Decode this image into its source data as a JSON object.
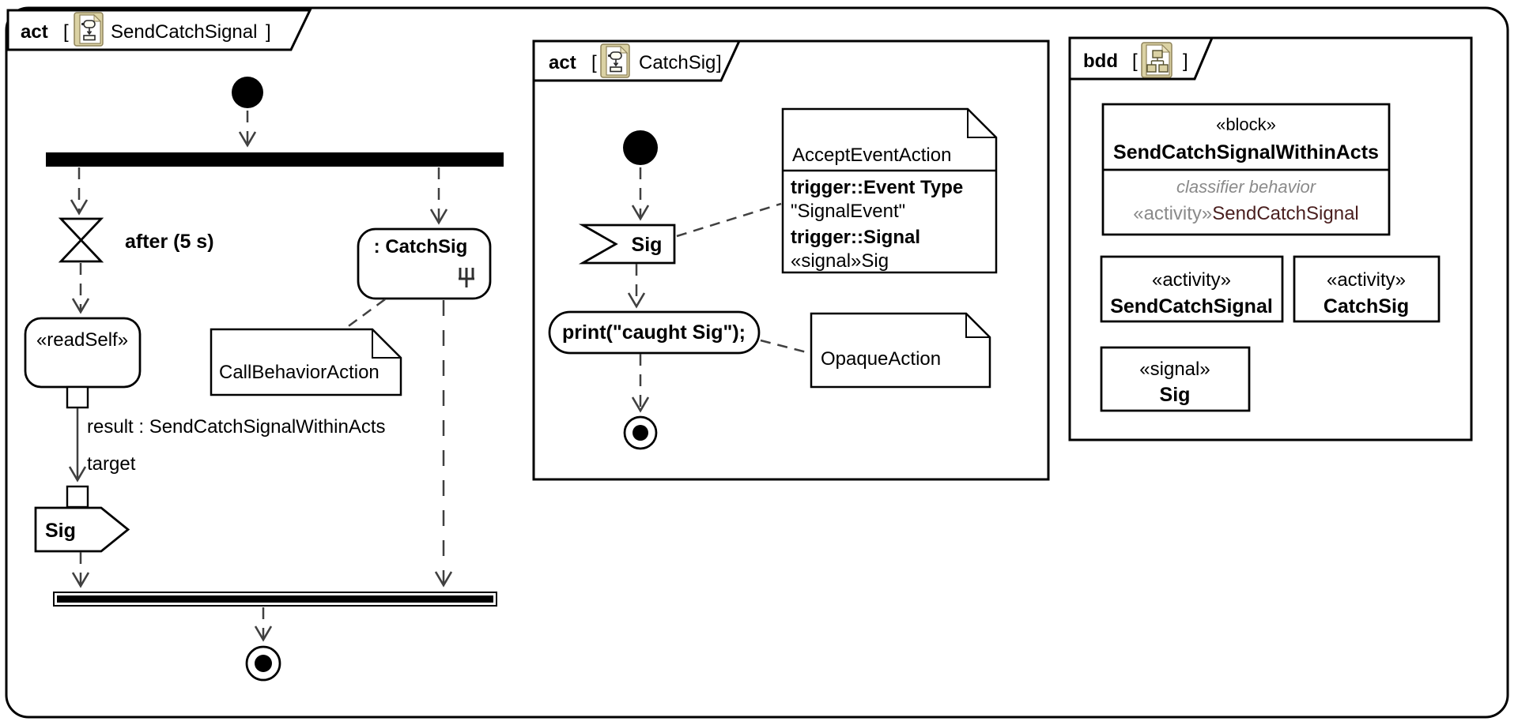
{
  "frame_act_send": {
    "kind": "act",
    "lbracket": "[",
    "rbracket": "]",
    "title": "SendCatchSignal"
  },
  "frame_act_catch": {
    "kind": "act",
    "lbracket": "[",
    "rbracket": "]",
    "title": "CatchSig"
  },
  "frame_bdd": {
    "kind": "bdd",
    "lbracket": "[",
    "rbracket": "]",
    "title": ""
  },
  "left": {
    "after_label": "after (5 s)",
    "catchsig_action": ": CatchSig",
    "readself": "«readSelf»",
    "result_label": "result : SendCatchSignalWithinActs",
    "target_label": "target",
    "send_signal": "Sig",
    "note_callbehavior": "CallBehaviorAction"
  },
  "middle": {
    "accept_signal": "Sig",
    "print_action": "print(\"caught Sig\");",
    "note_accept": {
      "title": "AcceptEventAction",
      "line1": "trigger::Event Type",
      "line2": "\"SignalEvent\"",
      "line3": "trigger::Signal",
      "line4": "«signal»Sig"
    },
    "note_opaque": "OpaqueAction"
  },
  "bdd": {
    "block": {
      "stereotype": "«block»",
      "name": "SendCatchSignalWithinActs",
      "behavior_label": "classifier behavior",
      "behavior_stereotype": "«activity»",
      "behavior_name": "SendCatchSignal"
    },
    "activity1": {
      "stereotype": "«activity»",
      "name": "SendCatchSignal"
    },
    "activity2": {
      "stereotype": "«activity»",
      "name": "CatchSig"
    },
    "signal": {
      "stereotype": "«signal»",
      "name": "Sig"
    }
  },
  "colors": {
    "gray_text": "#8a8a8a",
    "behavior_name_text": "#4a1f1f",
    "edge": "#404040",
    "icon_bg": "#dbd2a4",
    "icon_border": "#8f835a"
  },
  "icons": [
    "activity-diagram-icon",
    "bdd-diagram-icon",
    "rake-icon"
  ]
}
